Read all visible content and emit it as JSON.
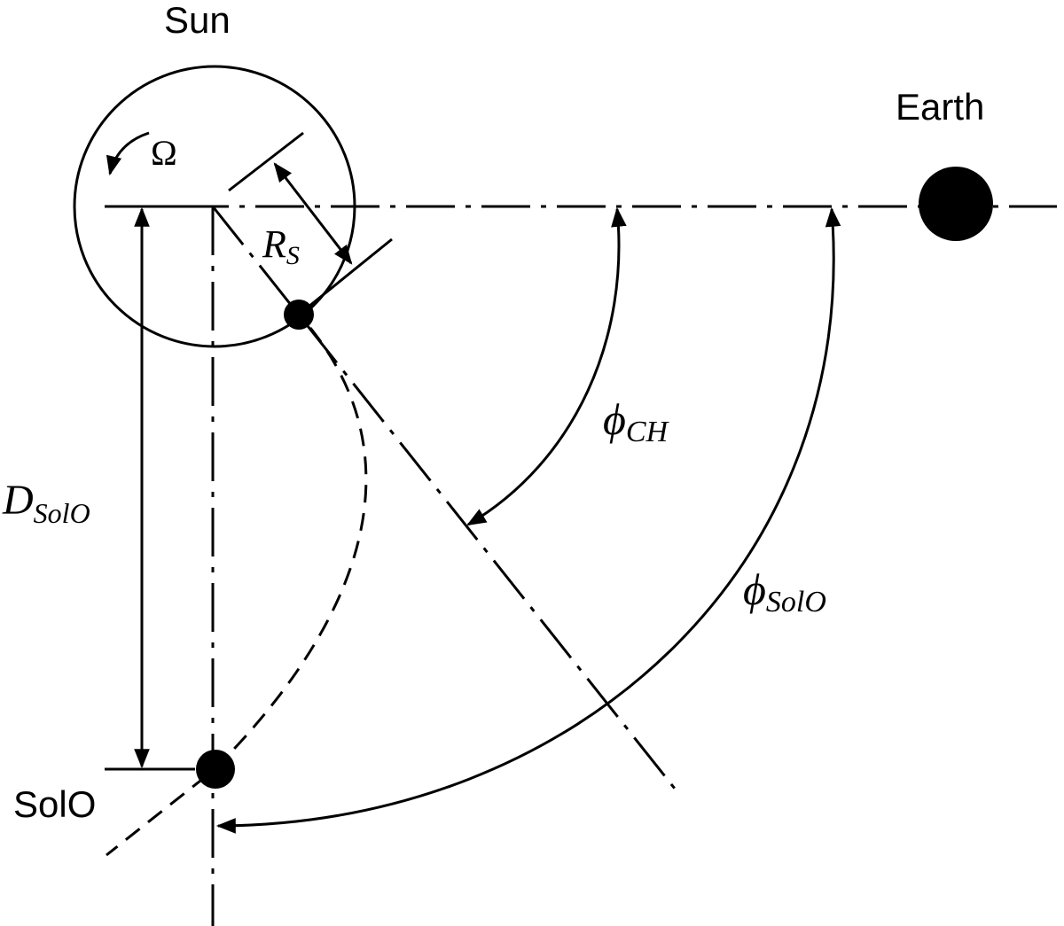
{
  "labels": {
    "sun": "Sun",
    "earth": "Earth",
    "solo": "SolO",
    "omega": "Ω",
    "rs_main": "R",
    "rs_sub": "S",
    "dsolo_main": "D",
    "dsolo_sub": "SolO",
    "phi_ch_main": "ϕ",
    "phi_ch_sub": "CH",
    "phi_solo_main": "ϕ",
    "phi_solo_sub": "SolO"
  },
  "colors": {
    "ink": "#000000",
    "background": "#ffffff"
  }
}
